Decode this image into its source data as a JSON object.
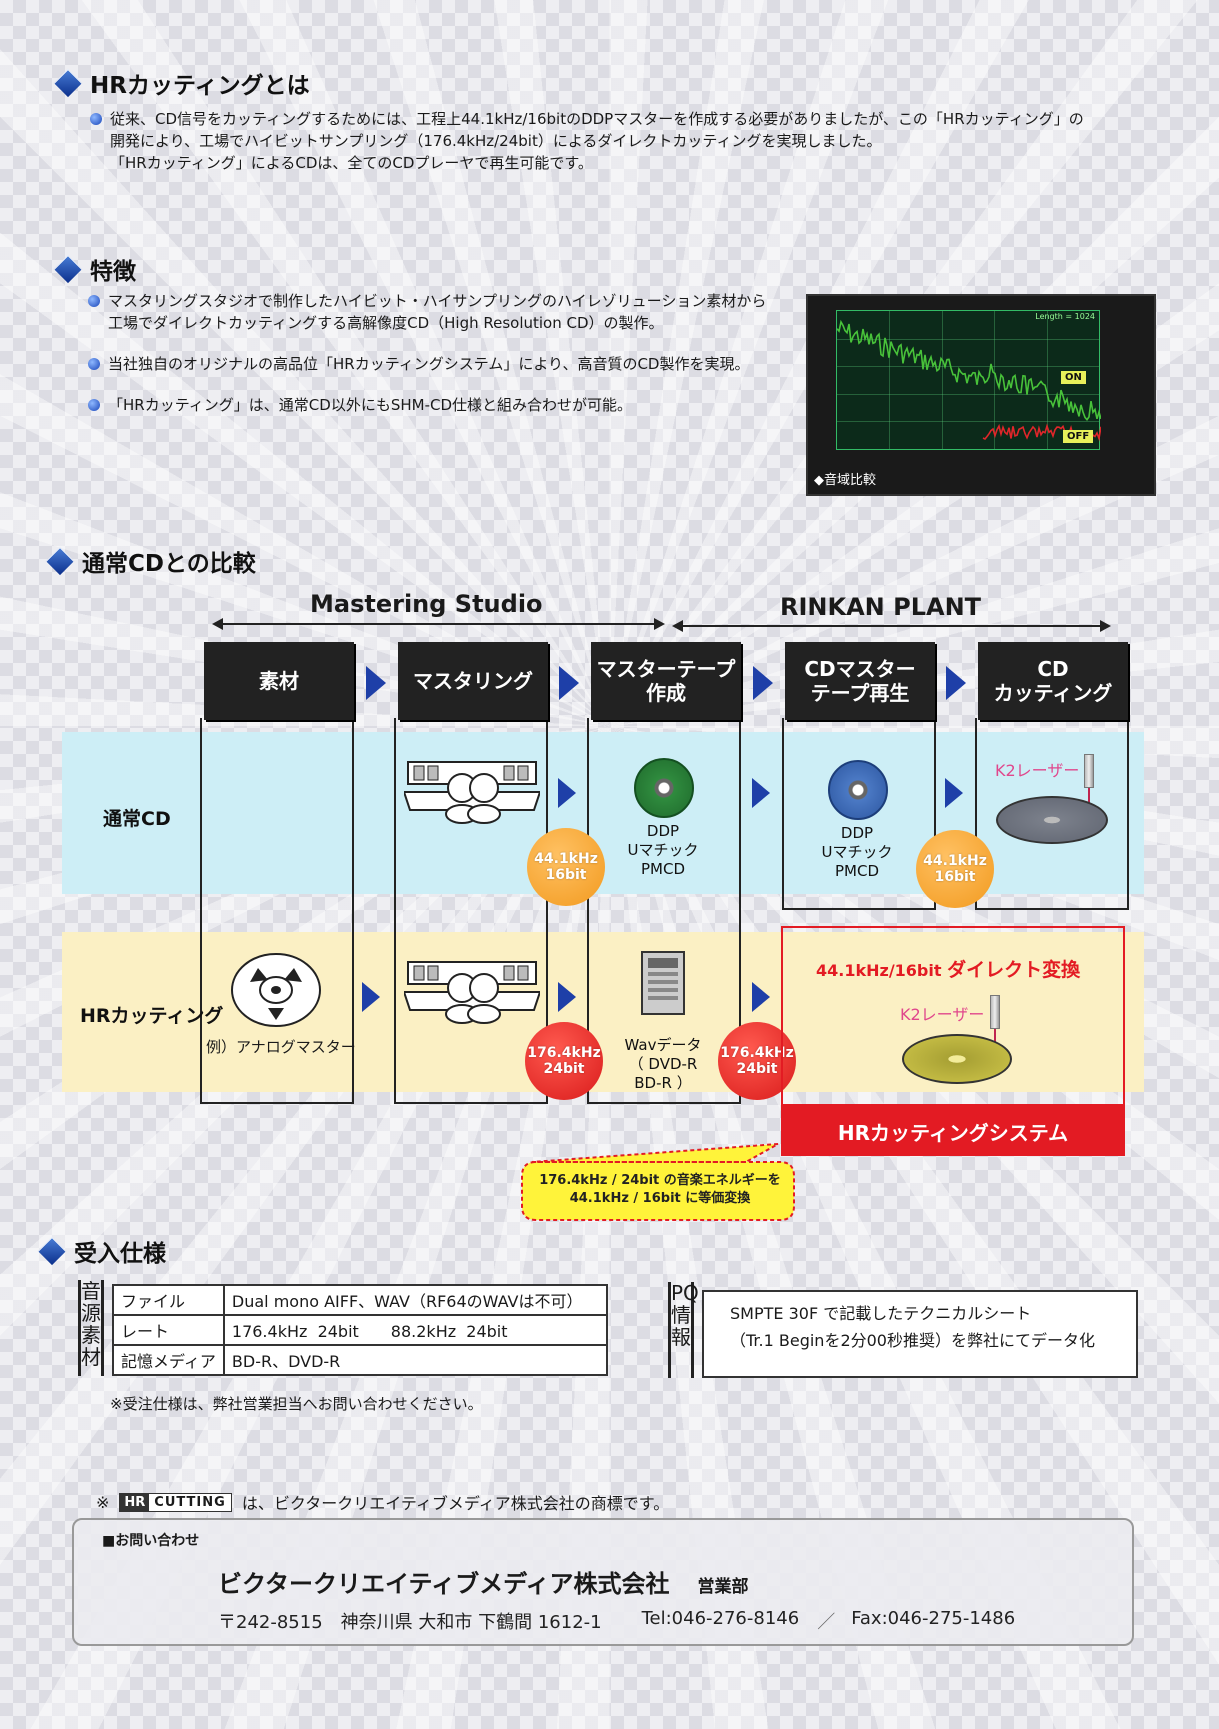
{
  "section1": {
    "heading": "HRカッティングとは",
    "lines": [
      "従来、CD信号をカッティングするためには、工程上44.1kHz/16bitのDDPマスターを作成する必要がありましたが、この「HRカッティング」の",
      "開発により、工場でハイビットサンプリング（176.4kHz/24bit）によるダイレクトカッティングを実現しました。",
      "「HRカッティング」によるCDは、全てのCDプレーヤで再生可能です。"
    ]
  },
  "section2": {
    "heading": "特徴",
    "bullets": [
      [
        "マスタリングスタジオで制作したハイビット・ハイサンプリングのハイレゾリューション素材から",
        "工場でダイレクトカッティングする高解像度CD（High Resolution CD）の製作。"
      ],
      [
        "当社独自のオリジナルの高品位「HRカッティングシステム」により、高音質のCD製作を実現。"
      ],
      [
        "「HRカッティング」は、通常CD以外にもSHM-CD仕様と組み合わせが可能。"
      ]
    ],
    "spectrum": {
      "on_label": "ON",
      "off_label": "OFF",
      "caption": "◆音域比較",
      "length_label": "Length = 1024",
      "colors": {
        "on": "#48c23a",
        "off": "#e0262a"
      }
    }
  },
  "section3": {
    "heading": "通常CDとの比較",
    "mastering_studio": "Mastering Studio",
    "rinkan_plant": "RINKAN PLANT",
    "columns": [
      {
        "lines": [
          "素材"
        ]
      },
      {
        "lines": [
          "マスタリング"
        ]
      },
      {
        "lines": [
          "マスターテープ",
          "作成"
        ]
      },
      {
        "lines": [
          "CDマスター",
          "テープ再生"
        ]
      },
      {
        "lines": [
          "CD",
          "カッティング"
        ]
      }
    ],
    "row_normal": {
      "label": "通常CD",
      "media_a": [
        "DDP",
        "Uマチック",
        "PMCD"
      ],
      "media_b": [
        "DDP",
        "Uマチック",
        "PMCD"
      ],
      "circle_a": {
        "top": "44.1kHz",
        "bottom": "16bit"
      },
      "circle_b": {
        "top": "44.1kHz",
        "bottom": "16bit"
      },
      "laser": "K2レーザー"
    },
    "row_hr": {
      "label": "HRカッティング",
      "material": "例）アナログマスター",
      "media": [
        "Wavデータ",
        "（ DVD-R",
        "BD-R ）"
      ],
      "circle_a": {
        "top": "176.4kHz",
        "bottom": "24bit"
      },
      "circle_b": {
        "top": "176.4kHz",
        "bottom": "24bit"
      },
      "direct_convert_prefix": "44.1kHz/16bit",
      "direct_convert_suffix": "ダイレクト変換",
      "laser": "K2レーザー",
      "system_label": "HRカッティングシステム"
    },
    "callout": [
      "176.4kHz / 24bit の音楽エネルギーを",
      "44.1kHz / 16bit に等価変換"
    ],
    "colors": {
      "blue_band": "#cdeef6",
      "yellow_band": "#fbf0c4",
      "system_red": "#e31b23"
    }
  },
  "section4": {
    "heading": "受入仕様",
    "side_label": "音源素材",
    "rows": [
      {
        "key": "ファイル",
        "value": "Dual mono AIFF、WAV（RF64のWAVは不可）"
      },
      {
        "key": "レート",
        "value": "176.4kHz  24bit　　88.2kHz  24bit"
      },
      {
        "key": "記憶メディア",
        "value": "BD-R、DVD-R"
      }
    ],
    "note": "※受注仕様は、弊社営業担当へお問い合わせください。",
    "pq_label": "PQ情報",
    "pq_lines": [
      "SMPTE  30F で記載したテクニカルシート",
      "（Tr.1 Beginを2分00秒推奨）を弊社にてデータ化"
    ]
  },
  "footer": {
    "trademark_prefix": "※",
    "logo_hr": "HR",
    "logo_cutting": "CUTTING",
    "trademark_text": "は、ビクタークリエイティブメディア株式会社の商標です。",
    "contact_heading": "■お問い合わせ",
    "company": "ビクタークリエイティブメディア株式会社",
    "department": "営業部",
    "postal": "〒242-8515",
    "address": "神奈川県 大和市 下鶴間 1612-1",
    "tel": "Tel:046-276-8146",
    "separator": "／",
    "fax": "Fax:046-275-1486"
  }
}
